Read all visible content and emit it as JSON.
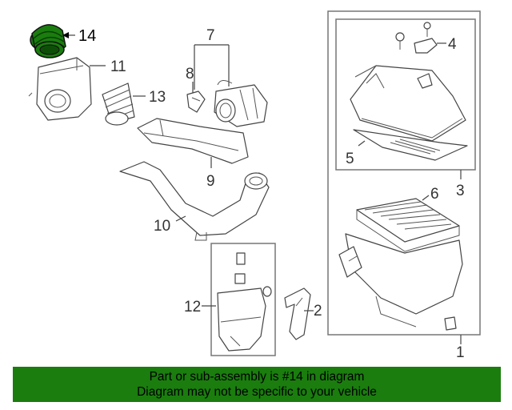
{
  "diagram": {
    "callouts": {
      "c1": "1",
      "c2": "2",
      "c3": "3",
      "c4": "4",
      "c5": "5",
      "c6": "6",
      "c7": "7",
      "c8": "8",
      "c9": "9",
      "c10": "10",
      "c11": "11",
      "c12": "12",
      "c13": "13",
      "c14": "14"
    },
    "highlighted_part": "14",
    "highlight_color": "#1a7d0e"
  },
  "banner": {
    "line1": "Part or sub-assembly is #14 in diagram",
    "line2": "Diagram may not be specific to your vehicle",
    "background": "#1a7d0e"
  }
}
